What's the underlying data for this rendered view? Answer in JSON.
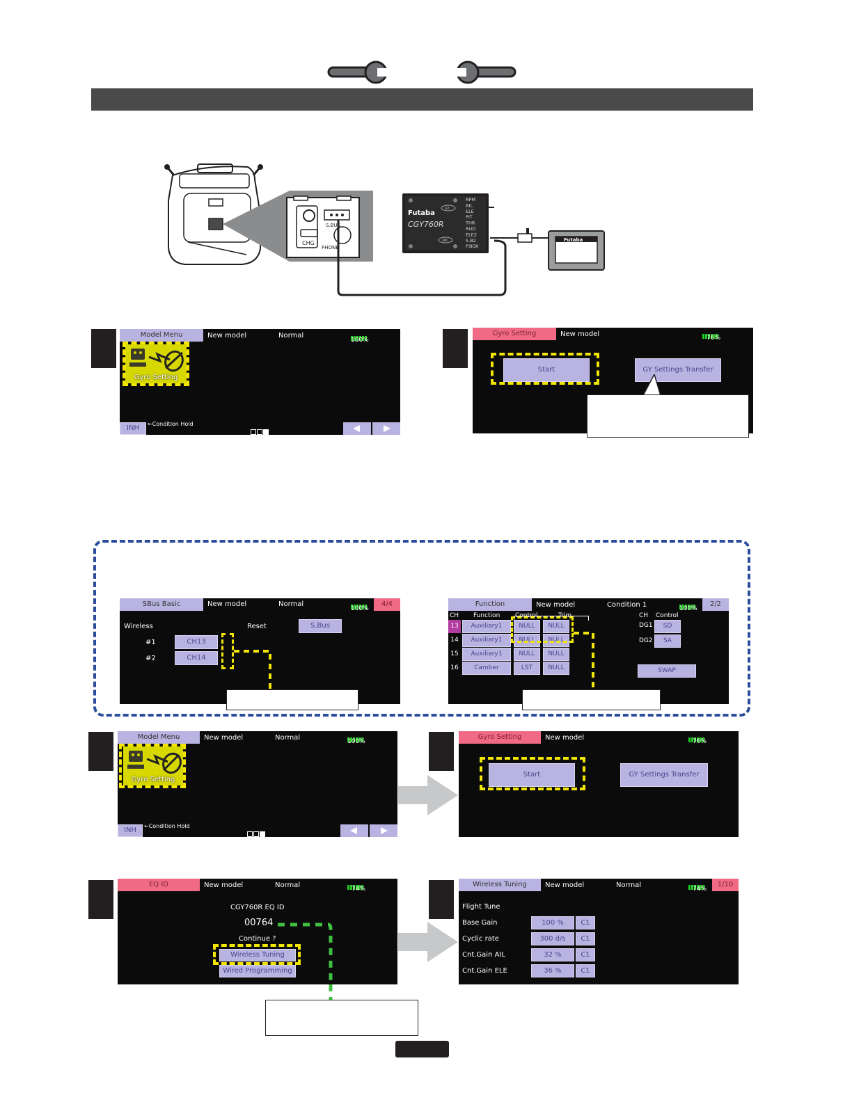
{
  "header_bar_color": "#4a4a4a",
  "screens": {
    "s1": {
      "tab": "Model Menu",
      "model": "New model",
      "cond": "Normal",
      "batt": "100%",
      "icon_label": "Gyro Setting",
      "inh": "INH",
      "hold": "←Condition Hold"
    },
    "s2": {
      "tab": "Gyro Setting",
      "model": "New model",
      "batt": "76%",
      "start": "Start",
      "transfer": "GY Settings Transfer"
    },
    "sbus": {
      "tab": "SBus Basic",
      "model": "New model",
      "cond": "Normal",
      "batt": "100%",
      "page": "4/4",
      "wireless": "Wireless",
      "reset": "Reset",
      "sbus_btn": "S.Bus",
      "rows": [
        {
          "label": "#1",
          "value": "CH13"
        },
        {
          "label": "#2",
          "value": "CH14"
        }
      ]
    },
    "func": {
      "tab": "Function",
      "model": "New model",
      "cond": "Condition 1",
      "batt": "100%",
      "page": "2/2",
      "col_ch": "CH",
      "col_function": "Function",
      "col_control": "Control",
      "col_trim": "Trim",
      "rows": [
        {
          "ch": "13",
          "function": "Auxiliary1",
          "control": "NULL",
          "trim": "NULL"
        },
        {
          "ch": "14",
          "function": "Auxiliary1",
          "control": "NULL",
          "trim": "NULL"
        },
        {
          "ch": "15",
          "function": "Auxiliary1",
          "control": "NULL",
          "trim": "NULL"
        },
        {
          "ch": "16",
          "function": "Camber",
          "control": "LST",
          "trim": "NULL"
        }
      ],
      "dg_ch": "CH",
      "dg_control": "Control",
      "dg": [
        {
          "label": "DG1",
          "value": "SD"
        },
        {
          "label": "DG2",
          "value": "SA"
        }
      ],
      "swap": "SWAP"
    },
    "s3": {
      "tab": "Model Menu",
      "model": "New model",
      "cond": "Normal",
      "batt": "100%",
      "icon_label": "Gyro Setting",
      "inh": "INH",
      "hold": "←Condition Hold"
    },
    "s4": {
      "tab": "Gyro Setting",
      "model": "New model",
      "batt": "76%",
      "start": "Start",
      "transfer": "GY Settings Transfer"
    },
    "eq": {
      "tab": "EQ ID",
      "model": "New model",
      "cond": "Normal",
      "batt": "74%",
      "title": "CGY760R EQ ID",
      "id": "00764",
      "continue": "Continue ?",
      "wireless": "Wireless Tuning",
      "wired": "Wired Programming"
    },
    "wt": {
      "tab": "Wireless Tuning",
      "model": "New model",
      "cond": "Normal",
      "batt": "74%",
      "page": "1/10",
      "section": "Flight Tune",
      "rows": [
        {
          "label": "Base Gain",
          "value": "100 %",
          "sw": "C1"
        },
        {
          "label": "Cyclic rate",
          "value": "300 d/s",
          "sw": "C1"
        },
        {
          "label": "Cnt.Gain AIL",
          "value": "32 %",
          "sw": "C1"
        },
        {
          "label": "Cnt.Gain ELE",
          "value": "36 %",
          "sw": "C1"
        }
      ]
    }
  },
  "device": {
    "brand": "Futaba",
    "model": "CGY760R",
    "gy_badge": "GY",
    "rx_badge": "RX",
    "ports": [
      "RPM",
      "AIL",
      "ELE",
      "PIT",
      "THR",
      "RUD",
      "ELE2",
      "S.B2",
      "P.BOX"
    ],
    "tx_port_chg": "CHG",
    "tx_port_sbus": "S.BUS",
    "tx_port_phone": "PHONE",
    "box_brand": "Futaba"
  }
}
